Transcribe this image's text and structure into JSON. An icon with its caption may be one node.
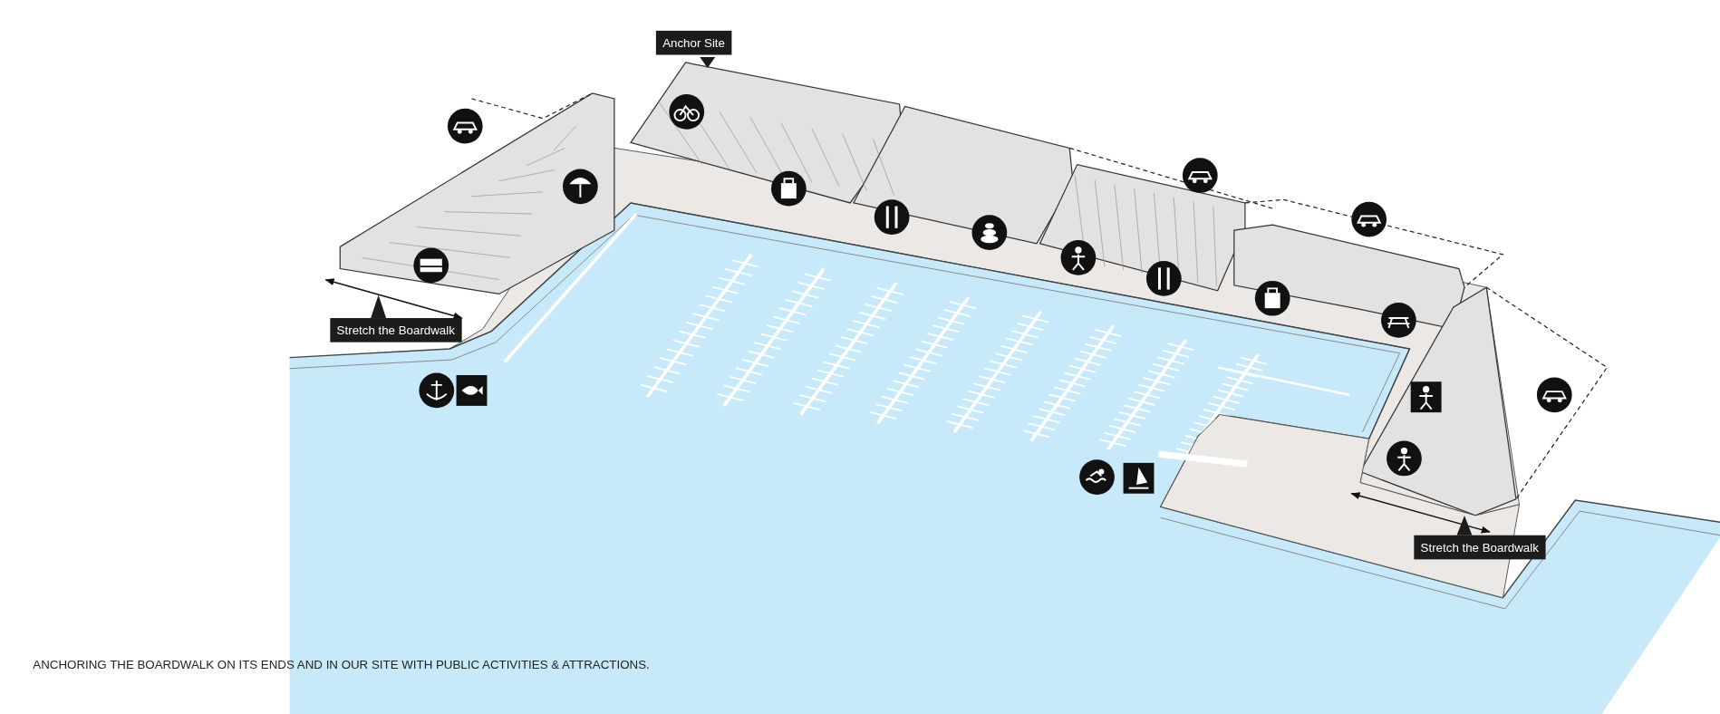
{
  "diagram": {
    "caption": "ANCHORING THE BOARDWALK ON ITS ENDS AND IN OUR SITE WITH PUBLIC ACTIVITIES & ATTRACTIONS.",
    "labels": [
      "Anchor Site",
      "Stretch the Boardwalk",
      "Stretch the Boardwalk"
    ]
  }
}
